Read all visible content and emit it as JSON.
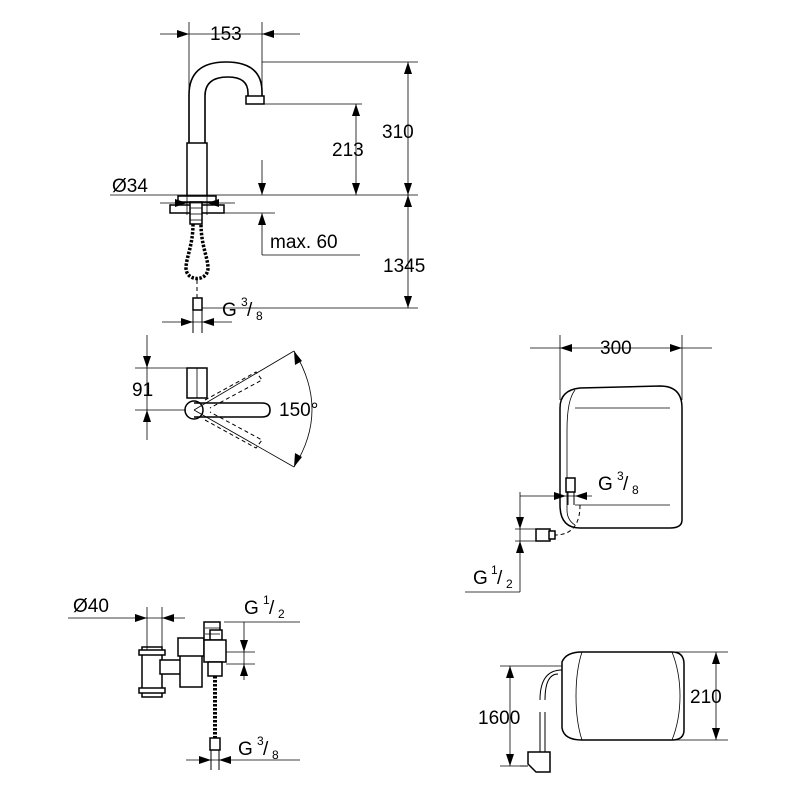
{
  "dimensions": {
    "spout_reach": "153",
    "total_height": "310",
    "spout_height": "213",
    "body_diameter": "Ø34",
    "max_deck_thickness": "max. 60",
    "hose_length": "1345",
    "faucet_connection": {
      "base": "G",
      "num": "3",
      "den": "8"
    },
    "box_depth_offset": "91",
    "rotation_angle": "150°",
    "box_width": "300",
    "box_connection_outlet": {
      "base": "G",
      "num": "3",
      "den": "8"
    },
    "box_connection_inlet": {
      "base": "G",
      "num": "1",
      "den": "2"
    },
    "valve_diameter": "Ø40",
    "valve_connection_top": {
      "base": "G",
      "num": "1",
      "den": "2"
    },
    "valve_connection_bottom": {
      "base": "G",
      "num": "3",
      "den": "8"
    },
    "box_height": "210",
    "cable_length": "1600"
  }
}
